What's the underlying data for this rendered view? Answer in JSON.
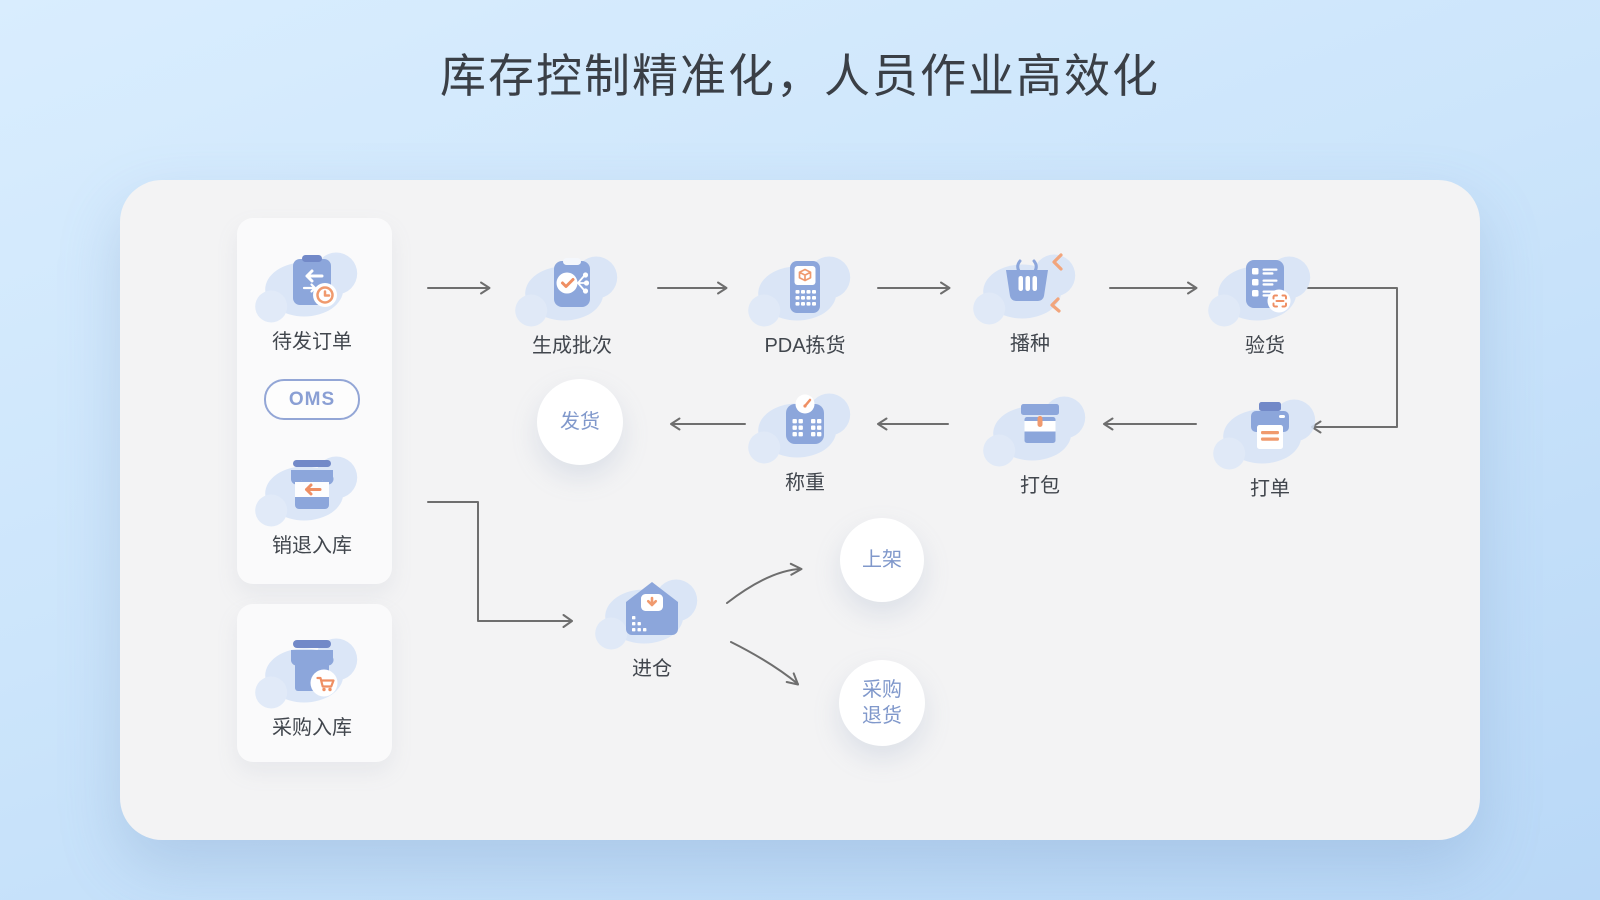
{
  "title": "库存控制精准化，人员作业高效化",
  "left_panel": {
    "pending_orders": "待发订单",
    "oms_badge": "OMS",
    "sales_return": "销退入库",
    "purchase_inbound": "采购入库"
  },
  "outbound_flow": {
    "generate_batch": "生成批次",
    "pda_picking": "PDA拣货",
    "seeding": "播种",
    "inspection": "验货",
    "printing": "打单",
    "packing": "打包",
    "weighing": "称重",
    "shipping": "发货"
  },
  "inbound_flow": {
    "warehouse_in": "进仓",
    "put_on_shelf": "上架",
    "purchase_return": {
      "line1": "采购",
      "line2": "退货"
    }
  },
  "colors": {
    "background_top": "#d9edfe",
    "background_bottom": "#b9d8f7",
    "panel": "#f3f3f4",
    "card": "#fafafb",
    "icon_blue": "#8ca6db",
    "icon_blue_dark": "#7289c8",
    "icon_blob": "#d6e3f7",
    "accent_orange": "#ef9a6e",
    "badge_text": "#8a9fd4",
    "circle_text": "#8098cb",
    "label_text": "#41464d",
    "arrow": "#6e6e6e"
  }
}
